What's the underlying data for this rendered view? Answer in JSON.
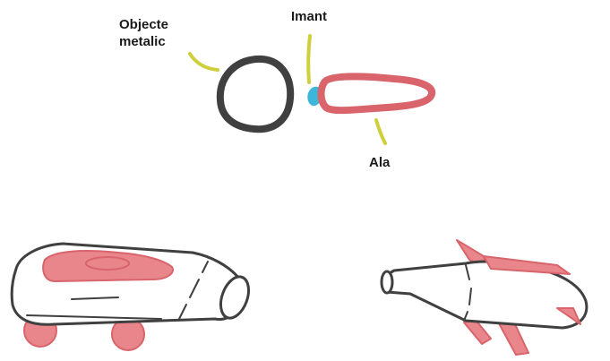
{
  "labels": {
    "metal_object_line1": "Objecte",
    "metal_object_line2": "metalic",
    "magnet": "Imant",
    "wing": "Ala"
  },
  "colors": {
    "outline": "#404040",
    "wing_stroke": "#d9646b",
    "wing_fill": "#e8868c",
    "magnet": "#3cb6d9",
    "leader": "#cfcf3c"
  }
}
